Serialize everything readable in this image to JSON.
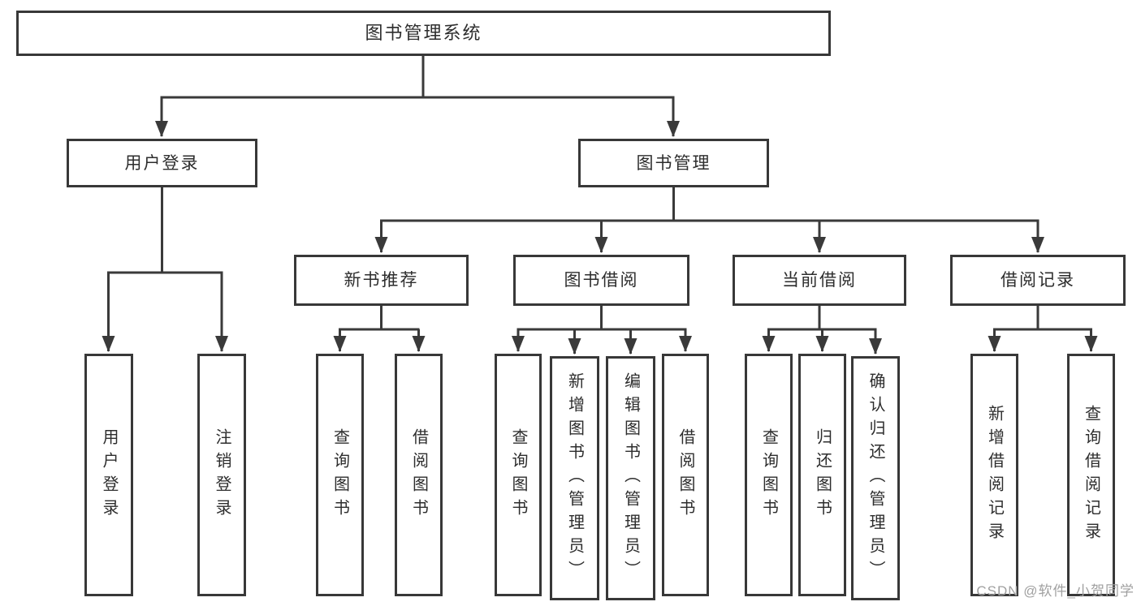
{
  "nodes": {
    "root": "图书管理系统",
    "level2": [
      "用户登录",
      "图书管理"
    ],
    "level3": [
      "新书推荐",
      "图书借阅",
      "当前借阅",
      "借阅记录"
    ],
    "leaves_login": [
      "用户登录",
      "注销登录"
    ],
    "leaves_newbook": [
      "查询图书",
      "借阅图书"
    ],
    "leaves_borrow": [
      "查询图书",
      "新增图书（管理员）",
      "编辑图书（管理员）",
      "借阅图书"
    ],
    "leaves_current": [
      "查询图书",
      "归还图书",
      "确认归还（管理员）"
    ],
    "leaves_records": [
      "新增借阅记录",
      "查询借阅记录"
    ]
  },
  "watermark": "CSDN @软件_小贺同学",
  "colors": {
    "line": "#3a3a3a",
    "box_border": "#383838",
    "text": "#2d2d2d",
    "watermark": "#a0a0a0",
    "background": "#ffffff"
  }
}
